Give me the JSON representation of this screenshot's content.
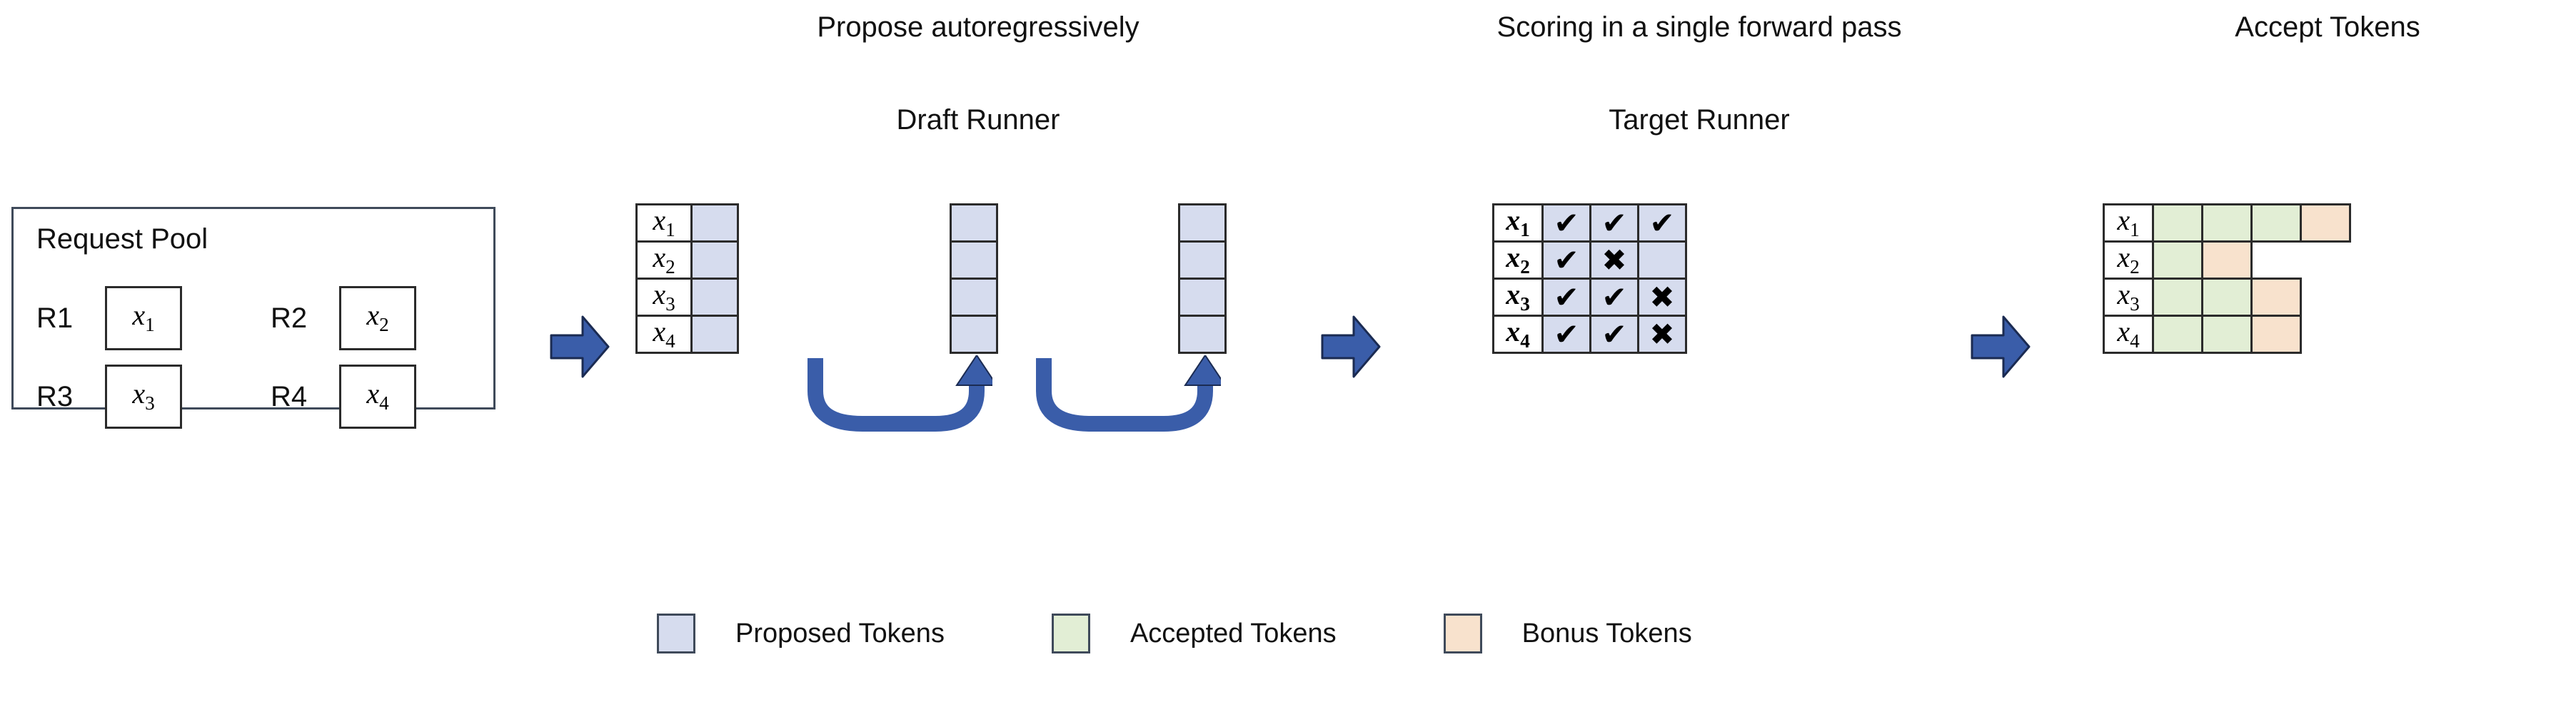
{
  "headings": {
    "propose": "Propose autoregressively",
    "draft_runner": "Draft Runner",
    "scoring": "Scoring in a single forward pass",
    "target_runner": "Target Runner",
    "accept": "Accept Tokens"
  },
  "request_pool": {
    "title": "Request Pool",
    "requests": [
      {
        "label": "R1",
        "token": "x",
        "sub": "1"
      },
      {
        "label": "R2",
        "token": "x",
        "sub": "2"
      },
      {
        "label": "R3",
        "token": "x",
        "sub": "3"
      },
      {
        "label": "R4",
        "token": "x",
        "sub": "4"
      }
    ]
  },
  "draft_runner": {
    "row_labels": [
      {
        "token": "x",
        "sub": "1"
      },
      {
        "token": "x",
        "sub": "2"
      },
      {
        "token": "x",
        "sub": "3"
      },
      {
        "token": "x",
        "sub": "4"
      }
    ],
    "steps": 3,
    "cell_state": "proposed"
  },
  "target_runner": {
    "row_labels": [
      {
        "token": "x",
        "sub": "1"
      },
      {
        "token": "x",
        "sub": "2"
      },
      {
        "token": "x",
        "sub": "3"
      },
      {
        "token": "x",
        "sub": "4"
      }
    ],
    "marks": [
      [
        "check",
        "check",
        "check"
      ],
      [
        "check",
        "cross",
        "none"
      ],
      [
        "check",
        "check",
        "cross"
      ],
      [
        "check",
        "check",
        "cross"
      ]
    ],
    "glyphs": {
      "check": "✔",
      "cross": "✖",
      "none": ""
    }
  },
  "accept_tokens": {
    "row_labels": [
      {
        "token": "x",
        "sub": "1"
      },
      {
        "token": "x",
        "sub": "2"
      },
      {
        "token": "x",
        "sub": "3"
      },
      {
        "token": "x",
        "sub": "4"
      }
    ],
    "rows": [
      [
        "accepted",
        "accepted",
        "accepted",
        "bonus"
      ],
      [
        "accepted",
        "bonus"
      ],
      [
        "accepted",
        "accepted",
        "bonus"
      ],
      [
        "accepted",
        "accepted",
        "bonus"
      ]
    ]
  },
  "legend": [
    {
      "label": "Proposed Tokens",
      "color": "#d6dcee",
      "key": "proposed"
    },
    {
      "label": "Accepted Tokens",
      "color": "#e2eed5",
      "key": "accepted"
    },
    {
      "label": "Bonus Tokens",
      "color": "#f8e2cd",
      "key": "bonus"
    }
  ],
  "colors": {
    "proposed": "#d6dcee",
    "accepted": "#e2eed5",
    "bonus": "#f8e2cd",
    "arrow_blue": "#3a5da9",
    "border": "#2b2b2b"
  }
}
